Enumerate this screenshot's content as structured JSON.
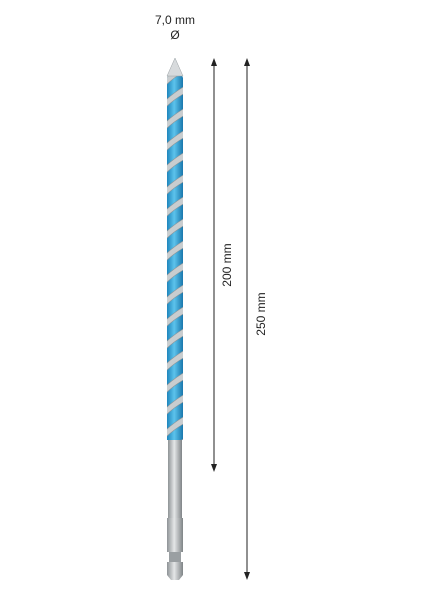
{
  "diameter": {
    "value": "7,0 mm",
    "symbol": "Ø"
  },
  "dimensions": {
    "working_length": "200 mm",
    "total_length": "250 mm"
  },
  "colors": {
    "flute_blue": "#3aa6d6",
    "steel": "#b9bdc0",
    "line": "#222222"
  }
}
